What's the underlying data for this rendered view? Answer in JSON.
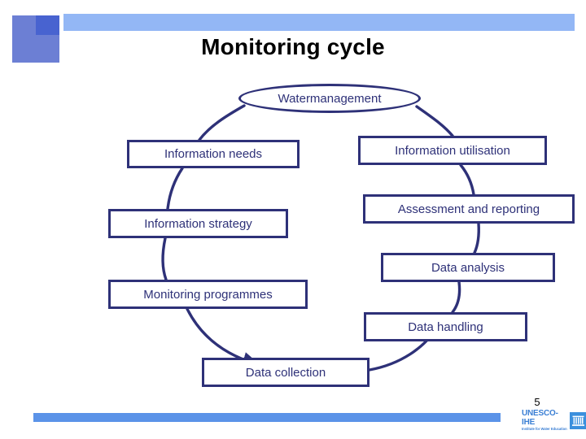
{
  "slide": {
    "title": "Monitoring cycle",
    "page_number": "5",
    "accent_color": "#2e3178",
    "header_bar_color": "#93b7f5",
    "header_square_color": "#6c7fd4",
    "header_square_accent_color": "#4863d0",
    "footer_bar_color": "#5b93e8"
  },
  "diagram": {
    "type": "cycle",
    "center_node": {
      "label": "Watermanagement",
      "shape": "ellipse"
    },
    "nodes": [
      {
        "id": "information-needs",
        "label": "Information needs",
        "shape": "rect"
      },
      {
        "id": "information-utilisation",
        "label": "Information utilisation",
        "shape": "rect"
      },
      {
        "id": "information-strategy",
        "label": "Information strategy",
        "shape": "rect"
      },
      {
        "id": "assessment-and-reporting",
        "label": "Assessment and reporting",
        "shape": "rect"
      },
      {
        "id": "data-analysis",
        "label": "Data analysis",
        "shape": "rect"
      },
      {
        "id": "monitoring-programmes",
        "label": "Monitoring programmes",
        "shape": "rect"
      },
      {
        "id": "data-handling",
        "label": "Data handling",
        "shape": "rect"
      },
      {
        "id": "data-collection",
        "label": "Data collection",
        "shape": "rect"
      }
    ],
    "flow": [
      "Watermanagement",
      "Information needs",
      "Information strategy",
      "Monitoring programmes",
      "Data collection",
      "Data handling",
      "Data analysis",
      "Assessment and reporting",
      "Information utilisation",
      "Watermanagement"
    ]
  },
  "logo": {
    "name": "UNESCO-IHE",
    "tagline": "Institute for Water Education",
    "mark_color": "#3b8fdd",
    "text_color": "#3b7fd4"
  }
}
